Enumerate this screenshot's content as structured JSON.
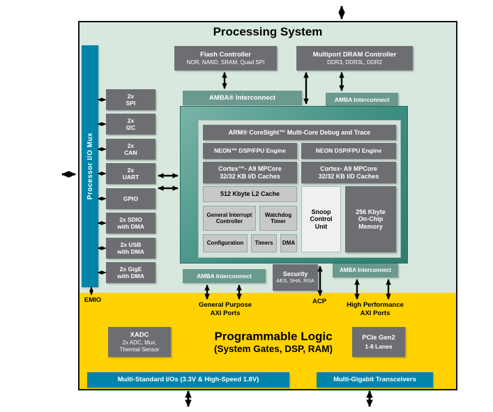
{
  "ps": {
    "title": "Processing System",
    "io_mux": "Processor I/O Mux",
    "peripherals": [
      {
        "label": "2x\nSPI"
      },
      {
        "label": "2x\nI2C"
      },
      {
        "label": "2x\nCAN"
      },
      {
        "label": "2x\nUART"
      },
      {
        "label": "GPIO"
      },
      {
        "label": "2x SDIO\nwith DMA"
      },
      {
        "label": "2x USB\nwith DMA"
      },
      {
        "label": "2x GigE\nwith DMA"
      }
    ],
    "flash": {
      "title": "Flash Controller",
      "subtitle": "NOR, NAND, SRAM, Quad SPI"
    },
    "dram": {
      "title": "Multiport DRAM Controller",
      "subtitle": "DDR3, DDR3L, DDR2"
    },
    "amba_top_left": "AMBA® Interconnect",
    "amba_top_right": "AMBA Interconnect",
    "amba_bottom_left": "AMBA Interconnect",
    "amba_bottom_right": "AMBA Interconnect",
    "apu": {
      "coresight": "ARM® CoreSight™ Multi-Core Debug and Trace",
      "neon_left": "NEON™ DSP/FPU Engine",
      "neon_right": "NEON DSP/FPU Engine",
      "cortex_left": "Cortex™- A9 MPCore\n32/32 KB I/D Caches",
      "cortex_right": "Cortex- A9 MPCore\n32/32 KB I/D Caches",
      "l2_cache": "512 Kbyte L2 Cache",
      "gic": "General Interrupt\nController",
      "watchdog": "Watchdog\nTimer",
      "configuration": "Configuration",
      "timers": "Timers",
      "dma": "DMA",
      "snoop": "Snoop\nControl\nUnit",
      "ocm": "256 Kbyte\nOn-Chip\nMemory"
    },
    "security": {
      "title": "Security",
      "subtitle": "AES, SHA, RSA"
    }
  },
  "pl": {
    "title": "Programmable Logic",
    "subtitle": "(System Gates, DSP, RAM)",
    "emio": "EMIO",
    "gp_axi": "General Purpose\nAXI Ports",
    "acp": "ACP",
    "hp_axi": "High Performance\nAXI Ports",
    "xadc": {
      "title": "XADC",
      "subtitle": "2x ADC, Mux,\nThermal Sensor"
    },
    "pcie": {
      "title": "PCIe Gen2",
      "subtitle": "1-8 Lanes"
    },
    "msio": "Multi-Standard I/Os (3.3V & High-Speed 1.8V)",
    "mgt": "Multi-Gigabit Transceivers"
  },
  "colors": {
    "ps_background": "#d8e8de",
    "pl_background": "#ffd200",
    "dark_box": "#6d6e71",
    "light_box": "#c7c9c8",
    "teal_box": "#0084a9",
    "amba_box": "#6a9a8d",
    "apu_frame": "#3d8f81",
    "apu_panel": "#d3e2da",
    "arrow": "#000000"
  }
}
